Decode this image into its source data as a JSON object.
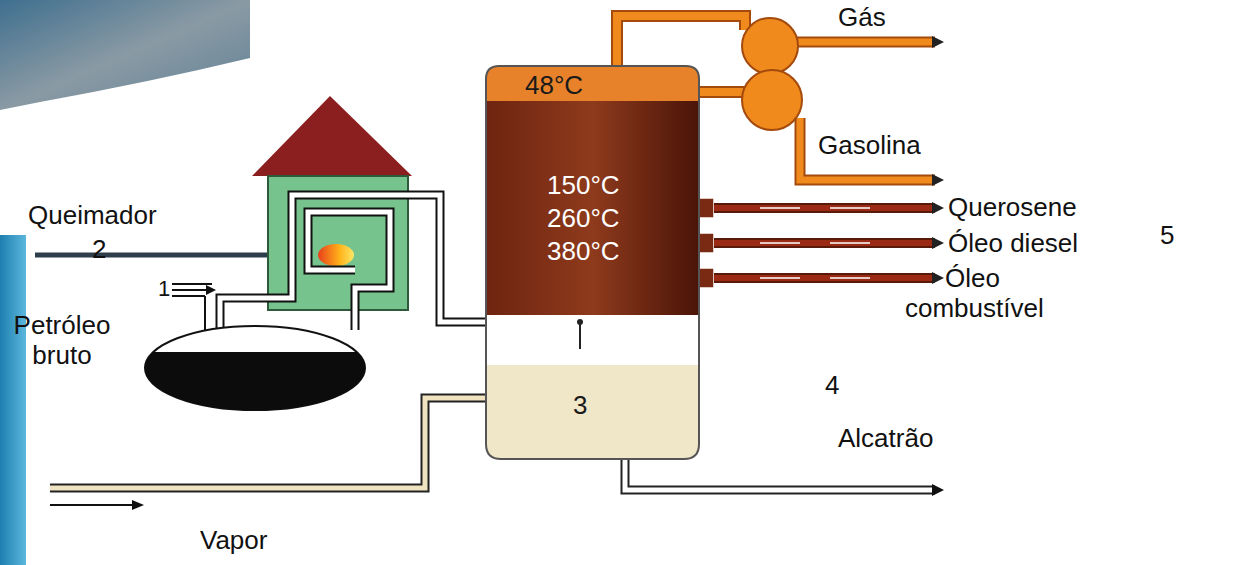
{
  "diagram": {
    "nodes": [
      {
        "text": [
          "48°C",
          "150°C",
          "260°C",
          "380°C",
          "3"
        ]
      }
    ],
    "labels": [
      "Gás",
      "Gasolina",
      "Querosene",
      "Óleo diesel",
      "5",
      "Óleo combustível",
      "Queimador",
      "2",
      "1",
      "Petróleo bruto",
      "4",
      "Alcatrão",
      "Vapor"
    ]
  }
}
